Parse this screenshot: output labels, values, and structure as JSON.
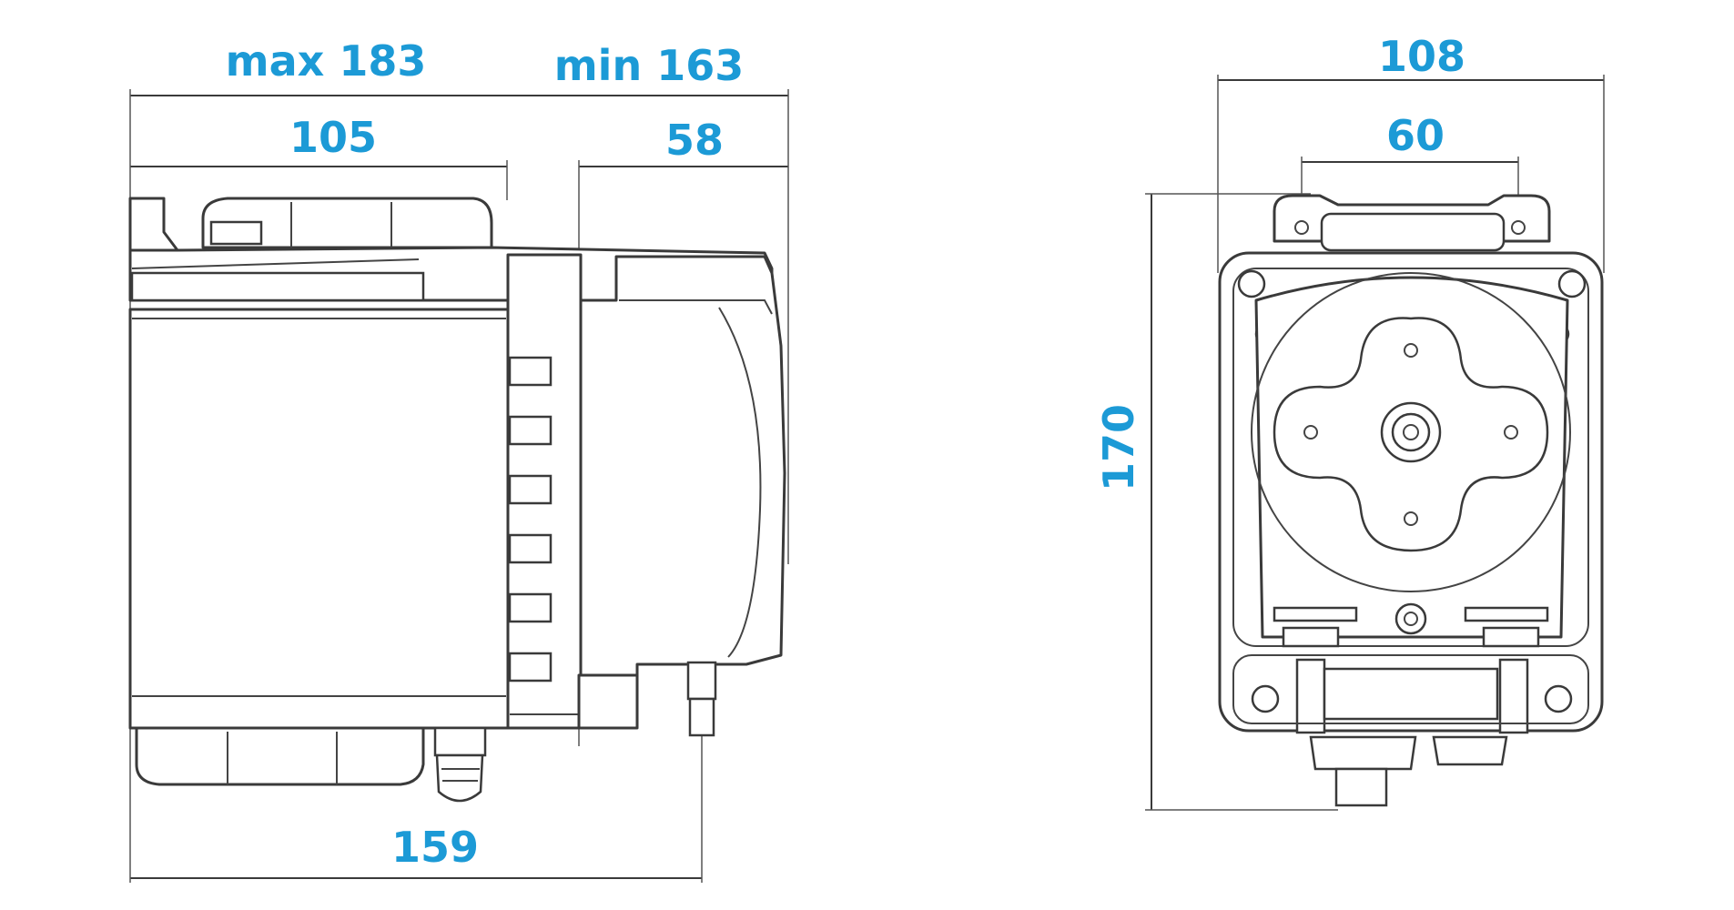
{
  "side_view": {
    "dimensions": {
      "overall_max": "max 183",
      "overall_min": "min 163",
      "body_depth": "105",
      "head_depth": "58",
      "bottom_span": "159"
    }
  },
  "front_view": {
    "dimensions": {
      "width": "108",
      "hole_spacing": "60",
      "height": "170"
    }
  },
  "colors": {
    "dimension_text": "#1c9ad6",
    "line": "#3a3a3a"
  }
}
